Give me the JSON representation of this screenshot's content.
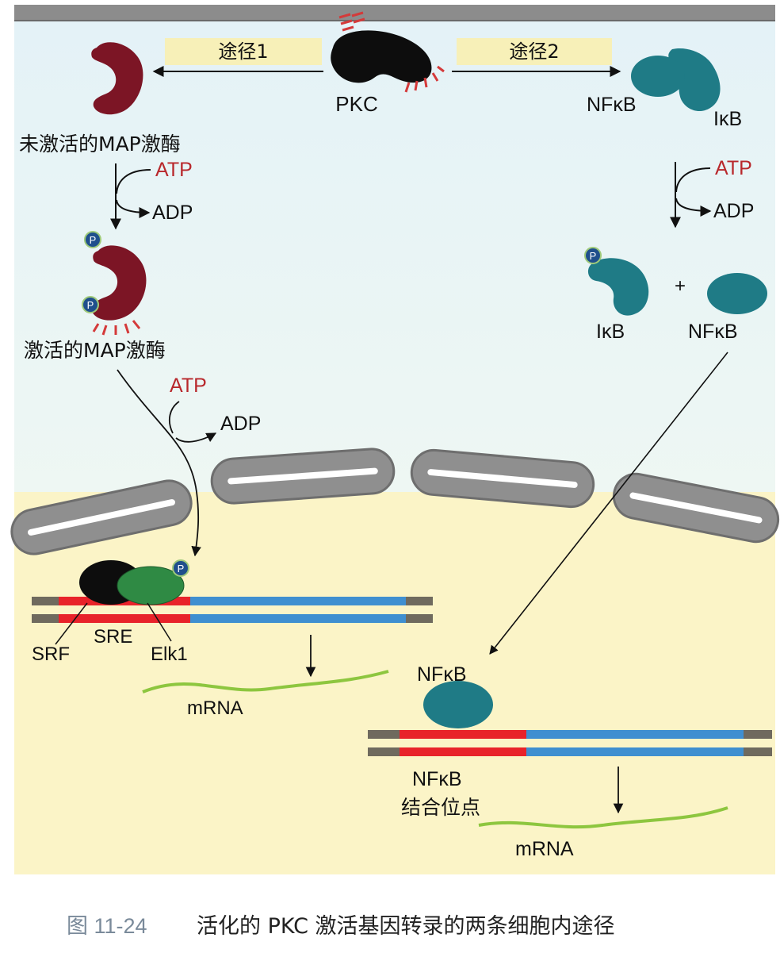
{
  "pathway1": {
    "label": "途径1"
  },
  "pathway2": {
    "label": "途径2"
  },
  "pkc": {
    "label": "PKC"
  },
  "left": {
    "inactive_map": "未激活的MAP激酶",
    "atp1": "ATP",
    "adp1": "ADP",
    "active_map": "激活的MAP激酶",
    "atp2": "ATP",
    "adp2": "ADP",
    "srf": "SRF",
    "sre": "SRE",
    "elk1": "Elk1",
    "mrna": "mRNA",
    "phospho": "P"
  },
  "right": {
    "nfkb_top": "NFκB",
    "ikb_top": "IκB",
    "atp": "ATP",
    "adp": "ADP",
    "ikb_mid": "IκB",
    "plus": "+",
    "nfkb_mid": "NFκB",
    "nfkb_dna": "NFκB",
    "site_line1": "NFκB",
    "site_line2": "结合位点",
    "mrna": "mRNA",
    "phospho": "P"
  },
  "caption": {
    "number": "图 11-24",
    "text": "活化的 PKC 激活基因转录的两条细胞内途径"
  },
  "colors": {
    "kinase_inactive": "#7c1525",
    "pkc": "#0d0d0d",
    "nfkb": "#1f7b86",
    "elk1": "#2f8a44",
    "dna_red": "#e8232a",
    "dna_blue": "#3f8fd0",
    "mrna": "#8dc63f",
    "atp_red": "#b8282c",
    "nucleus_bg": "#fbf4c7",
    "cytoplasm_bg": "#e7f3f7"
  }
}
